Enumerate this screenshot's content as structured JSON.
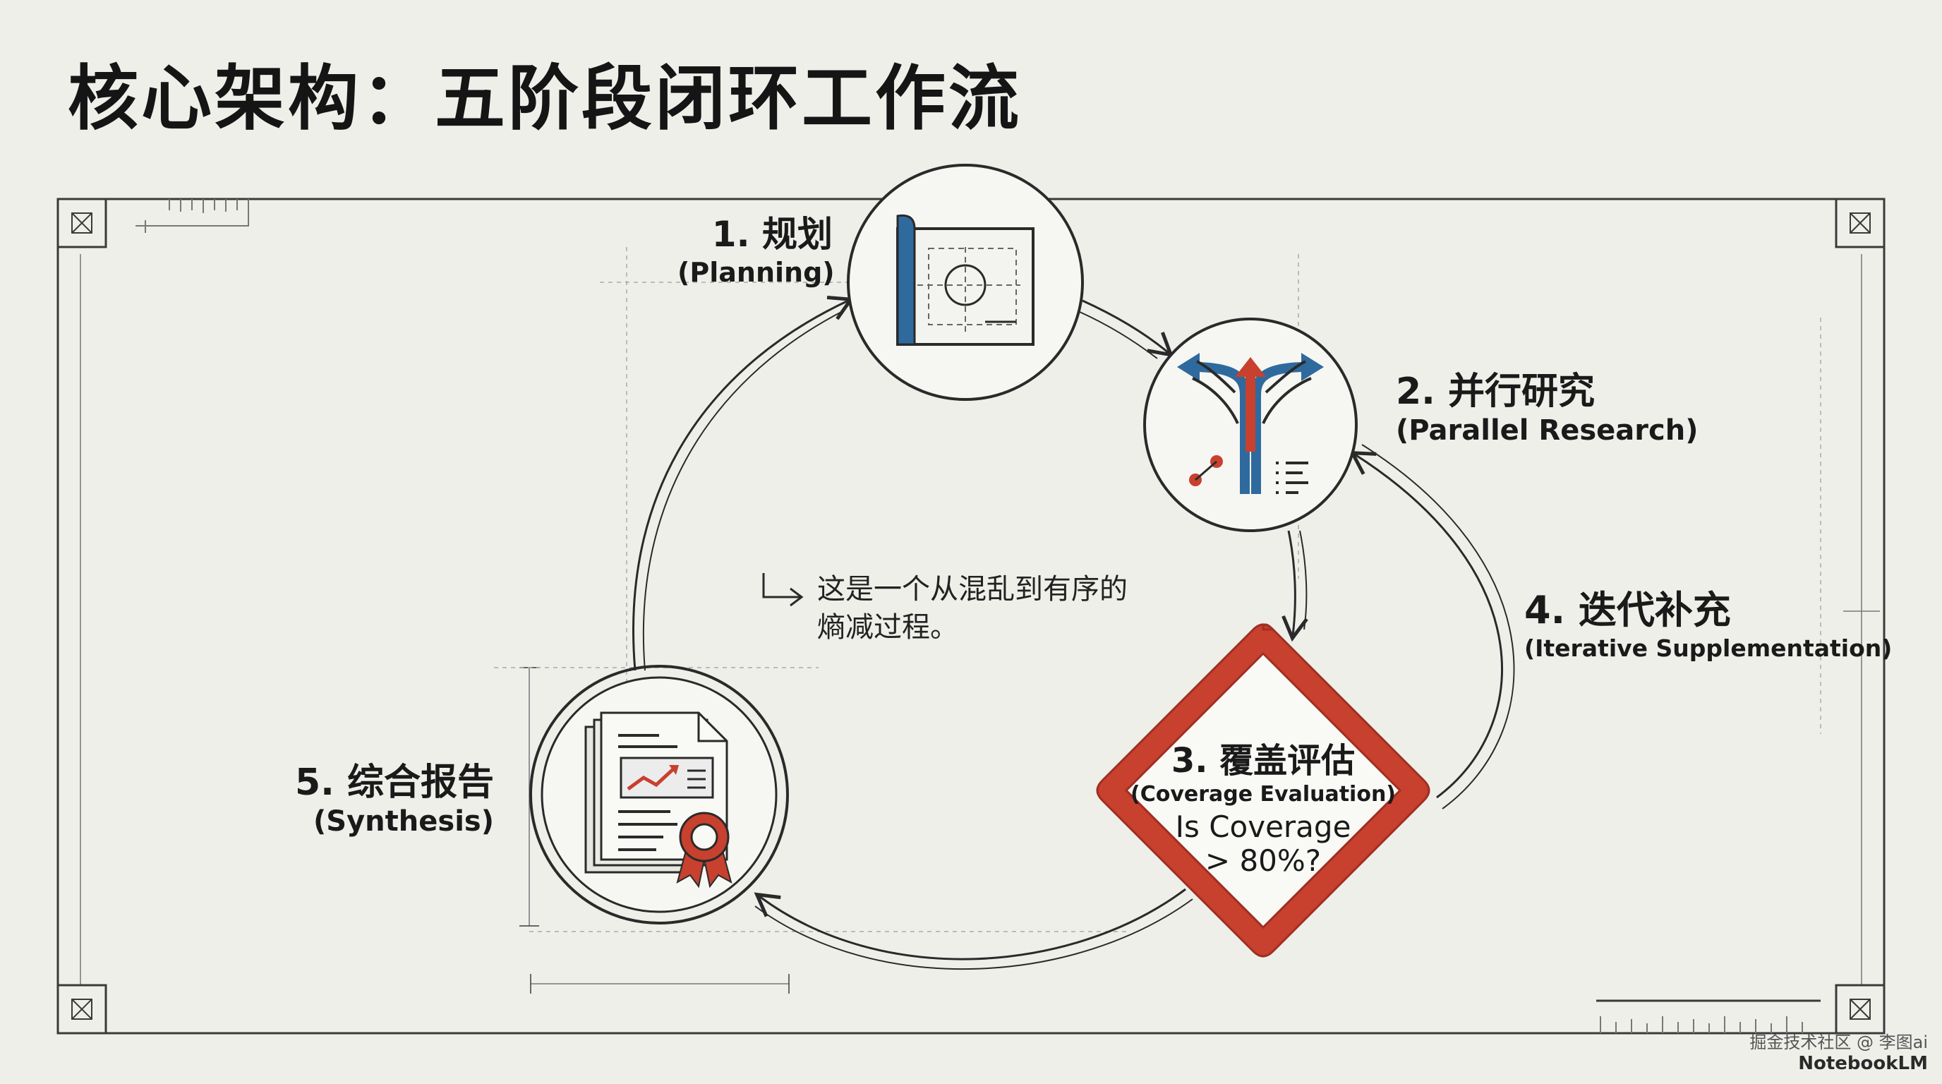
{
  "title": "核心架构：五阶段闭环工作流",
  "stages": [
    {
      "zh": "1. 规划",
      "en": "(Planning)"
    },
    {
      "zh": "2. 并行研究",
      "en": "(Parallel Research)"
    },
    {
      "zh": "3. 覆盖评估",
      "en": "(Coverage Evaluation)",
      "question_line1": "Is Coverage",
      "question_line2": "> 80%?"
    },
    {
      "zh": "4. 迭代补充",
      "en": "(Iterative Supplementation)"
    },
    {
      "zh": "5. 综合报告",
      "en": "(Synthesis)"
    }
  ],
  "note": {
    "line1": "这是一个从混乱到有序的",
    "line2": "熵减过程。"
  },
  "footer": {
    "watermark": "掘金技术社区 @ 李图ai",
    "brand": "NotebookLM"
  },
  "colors": {
    "accent_red": "#c8402e",
    "accent_blue": "#2f6a9e",
    "line": "#2a2a2a",
    "background": "#efefea"
  },
  "icons": [
    "blueprint-icon",
    "branching-arrows-icon",
    "report-certificate-icon",
    "corner-box-icon",
    "arrow-icon"
  ]
}
